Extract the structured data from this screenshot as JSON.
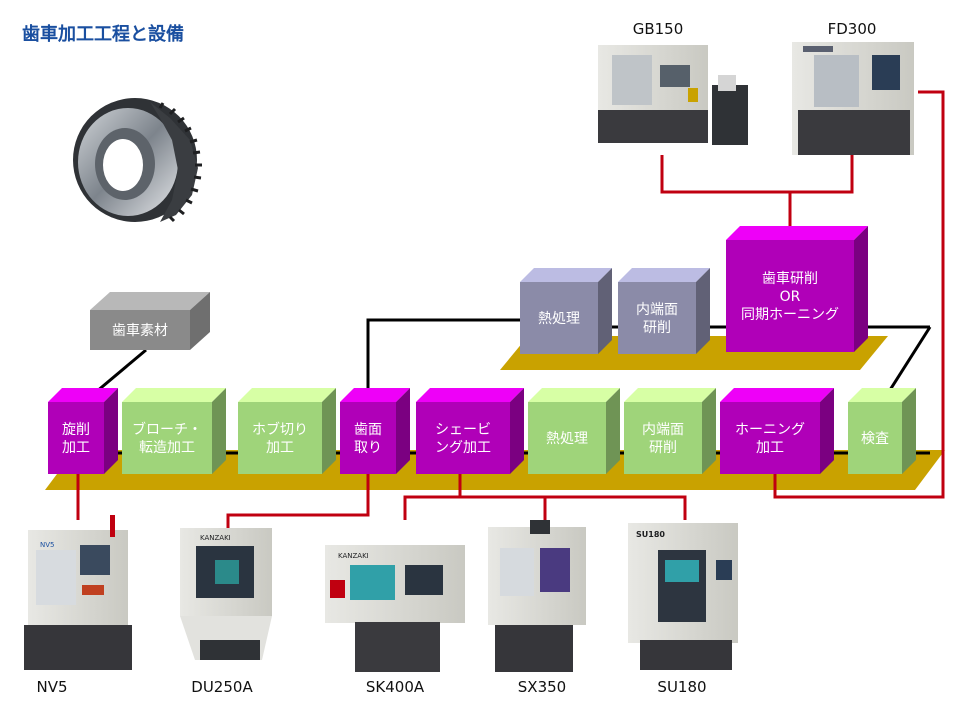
{
  "title": "歯車加工工程と設備",
  "colors": {
    "magenta": "#b000b8",
    "green": "#9fd47a",
    "gray": "#8b8ba8",
    "blank": "#8a8a8a",
    "platform": "#c9a200",
    "red_line": "#c00010"
  },
  "process_row": [
    {
      "label1": "旋削",
      "label2": "加工"
    },
    {
      "label1": "ブローチ・",
      "label2": "転造加工"
    },
    {
      "label1": "ホブ切り",
      "label2": "加工"
    },
    {
      "label1": "歯面",
      "label2": "取り"
    },
    {
      "label1": "シェービ",
      "label2": "ング加工"
    },
    {
      "label1": "熱処理",
      "label2": ""
    },
    {
      "label1": "内端面",
      "label2": "研削"
    },
    {
      "label1": "ホーニング",
      "label2": "加工"
    },
    {
      "label1": "検査",
      "label2": ""
    }
  ],
  "upper_row": [
    {
      "label1": "熱処理",
      "label2": ""
    },
    {
      "label1": "内端面",
      "label2": "研削"
    },
    {
      "label1": "歯車研削",
      "label2": "OR",
      "label3": "同期ホーニング"
    }
  ],
  "blank": {
    "label": "歯車素材"
  },
  "machines_top": [
    {
      "name": "GB150"
    },
    {
      "name": "FD300"
    }
  ],
  "machines_bottom": [
    {
      "name": "NV5",
      "badge": "NV5"
    },
    {
      "name": "DU250A",
      "badge": "KANZAKI"
    },
    {
      "name": "SK400A",
      "badge": "KANZAKI"
    },
    {
      "name": "SX350",
      "badge": ""
    },
    {
      "name": "SU180",
      "badge": "SU180"
    }
  ]
}
